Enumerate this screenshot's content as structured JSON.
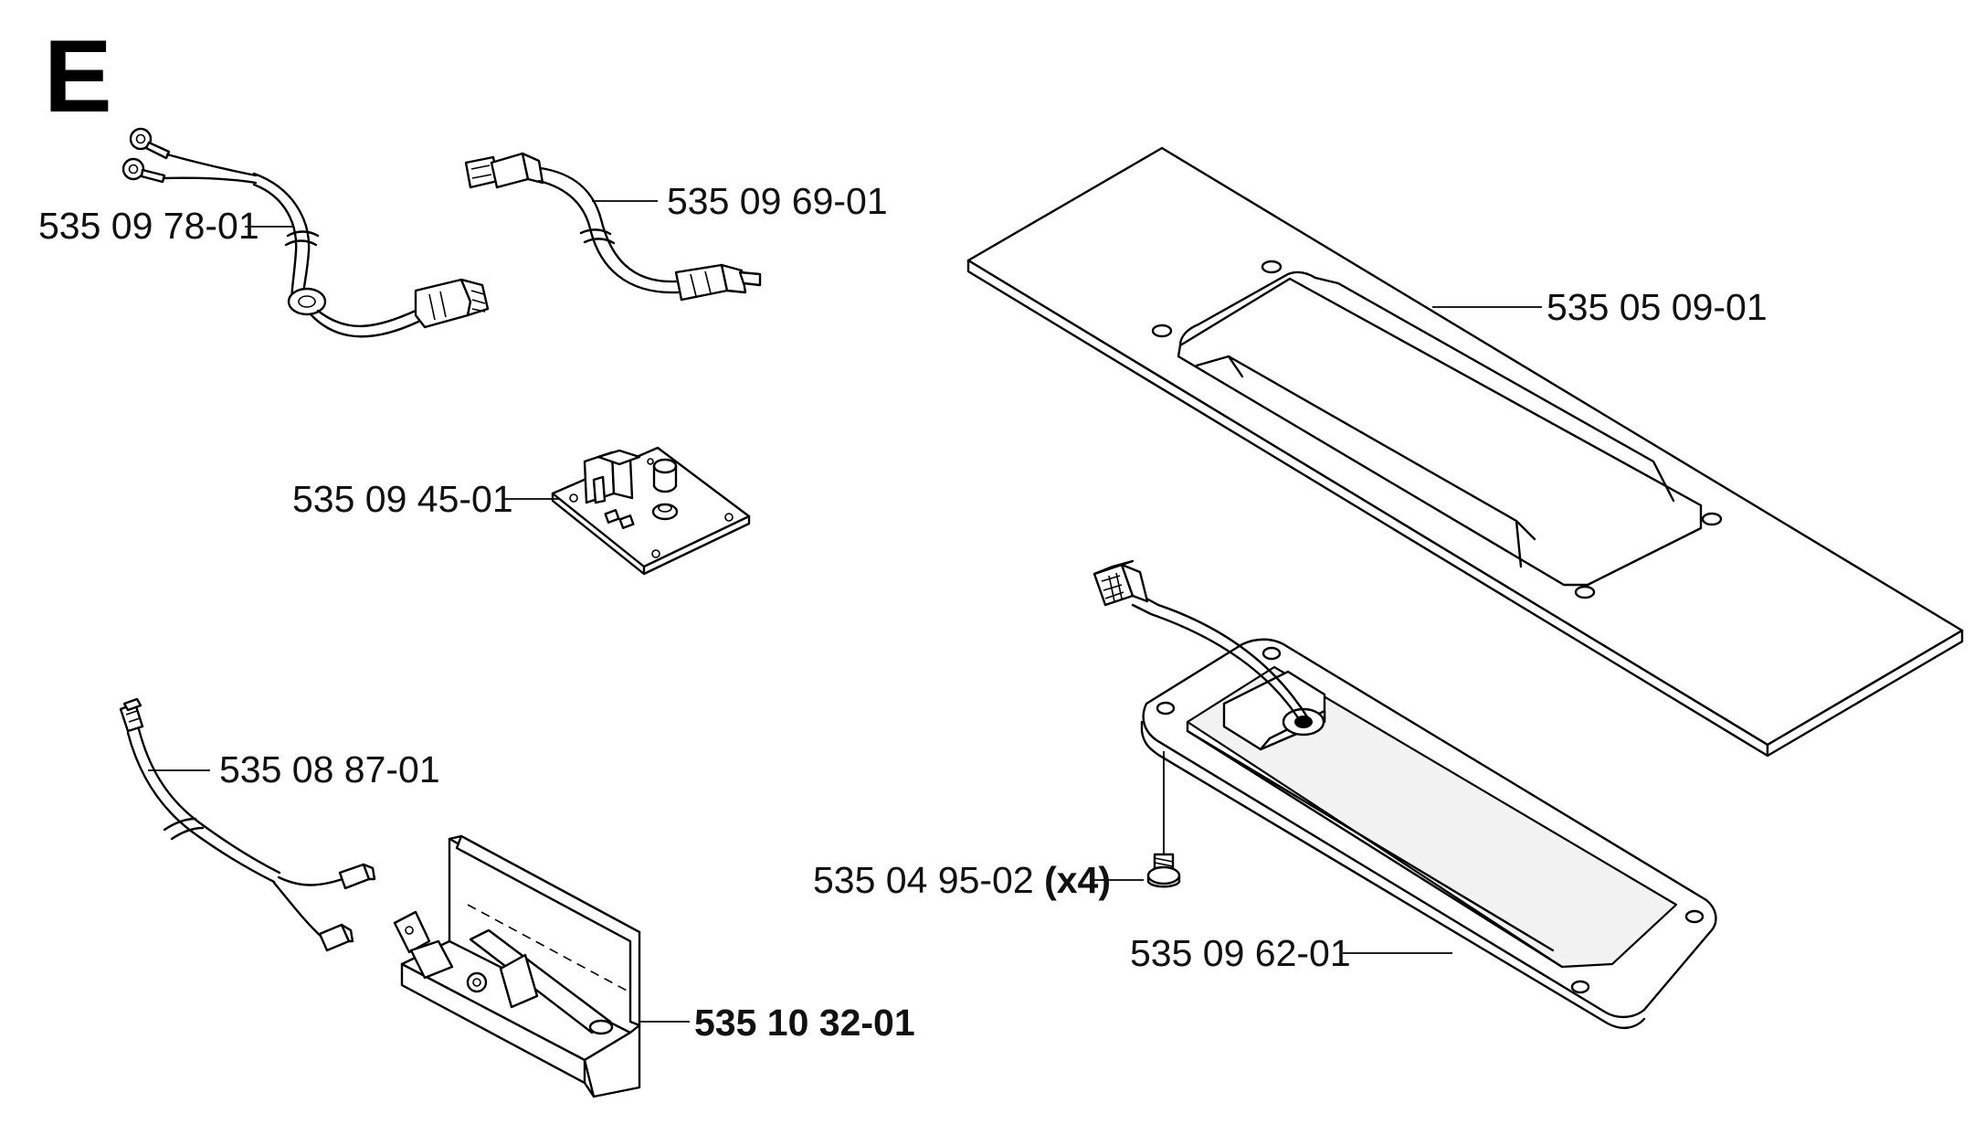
{
  "section_letter": "E",
  "parts": {
    "wire_ring_terminals": {
      "number": "535 09 78-01"
    },
    "wire_plug_2pin": {
      "number": "535 09 69-01"
    },
    "circuit_board": {
      "number": "535 09 45-01"
    },
    "cable": {
      "number": "535 08 87-01"
    },
    "bracket": {
      "number": "535 10 32-01"
    },
    "cover_plate": {
      "number": "535 05 09-01"
    },
    "screw": {
      "number": "535 04 95-02",
      "quantity": "(x4)"
    },
    "sensor_plate": {
      "number": "535 09 62-01"
    }
  }
}
